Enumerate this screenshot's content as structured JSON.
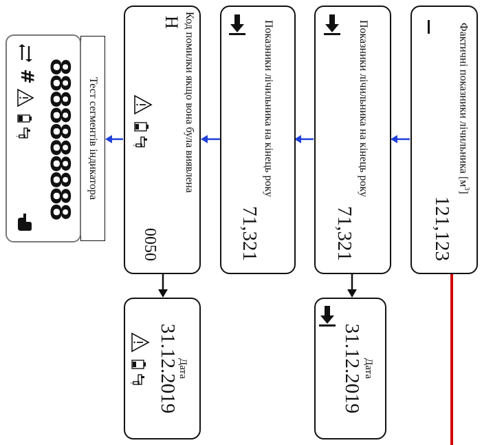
{
  "boxes": {
    "actual": {
      "title": "Фактичні  показники лічильника [м",
      "unit_sup": "3",
      "title_end": "]",
      "value": "121,123"
    },
    "year_end_1": {
      "title": "Показники лічильника на кінець року",
      "value": "71,321"
    },
    "year_end_2": {
      "title": "Показники лічильника на кінець року",
      "value": "71,321"
    },
    "error_code": {
      "title": "Код помилки якщо вона була виявлена",
      "letter": "H",
      "value": "0050"
    },
    "date_1": {
      "label": "Дата",
      "value": "31.12.2019"
    },
    "date_2": {
      "label": "Дата",
      "value": "31.12.2019"
    }
  },
  "segment_test": {
    "label": "Тест сегментів індикатора",
    "digits": "8888888888"
  },
  "colors": {
    "arrow_blue": "#1f3fd8",
    "red_line": "#d40000",
    "border": "#111111"
  },
  "icons": [
    "arrow-down-bar-icon",
    "warning-triangle-icon",
    "battery-icon",
    "tap-icon",
    "hand-icon",
    "swap-arrows-icon",
    "hash-icon"
  ]
}
